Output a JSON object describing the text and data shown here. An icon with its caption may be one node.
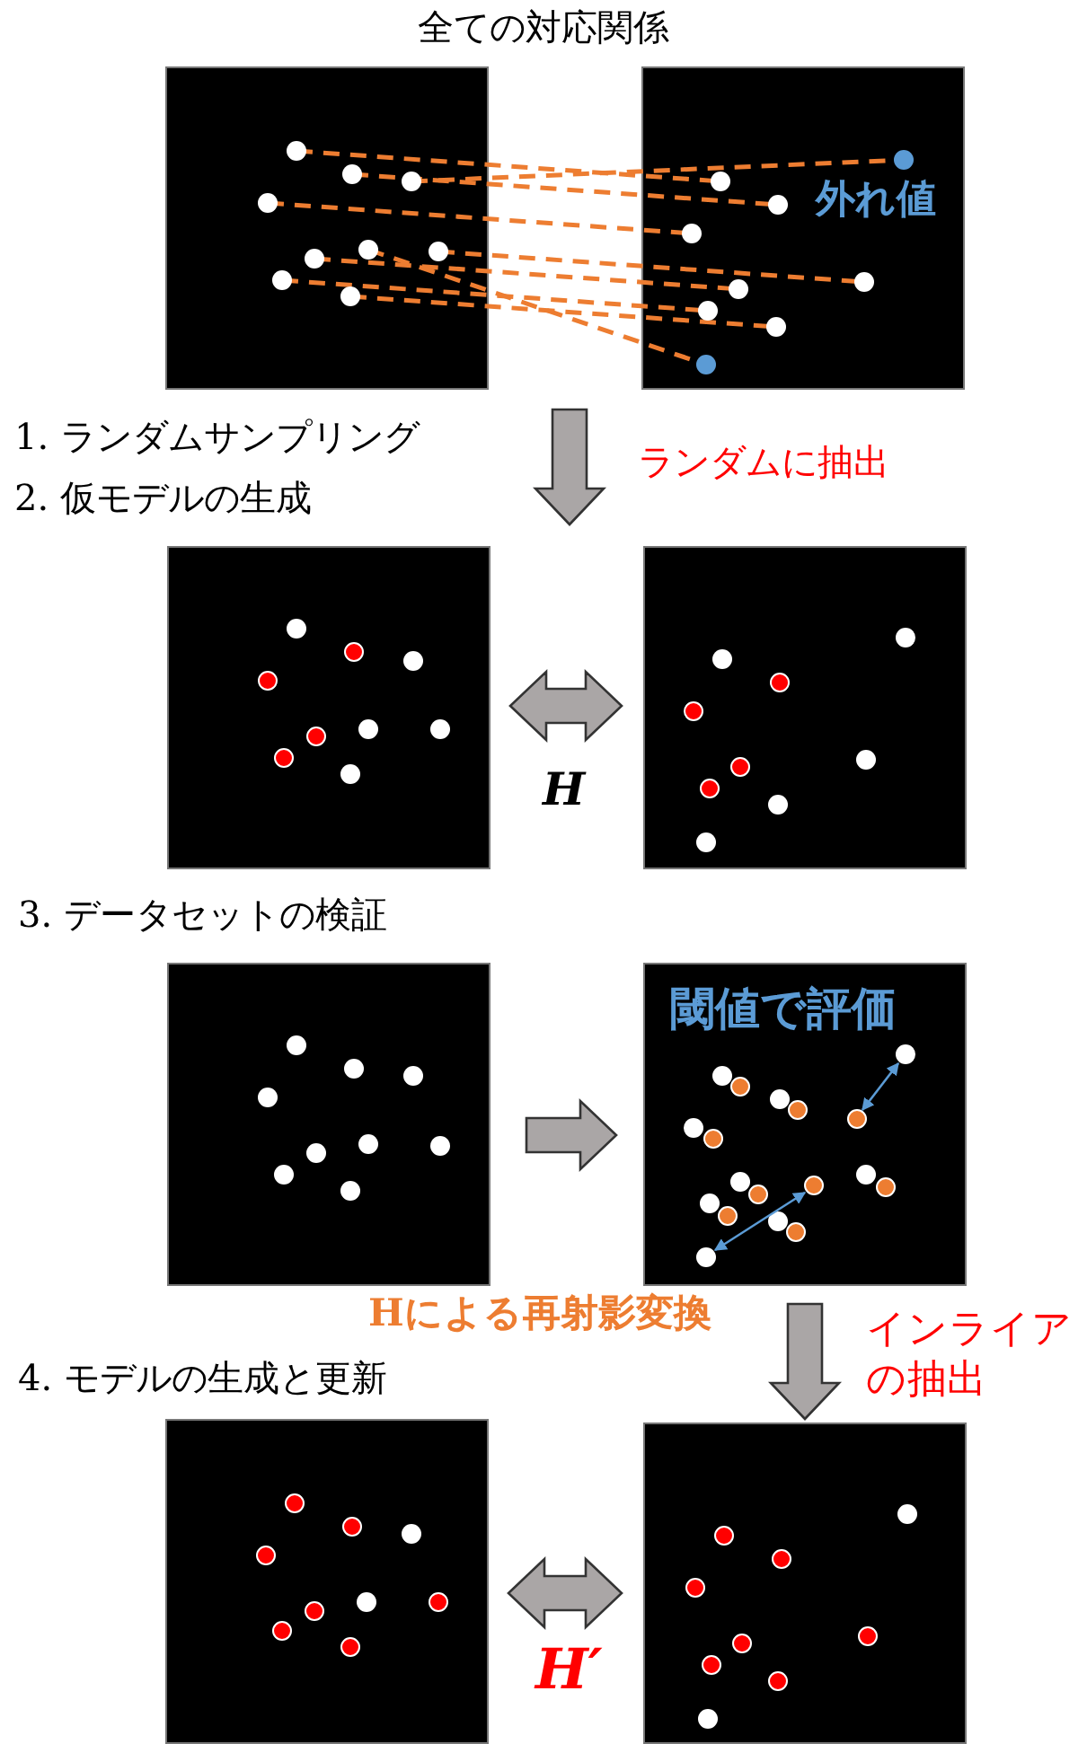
{
  "diagram": {
    "title": "全ての対応関係",
    "nodes": [
      {
        "text": [],
        "shape": "box",
        "beside": [
          "1. ランダムサンプリング"
        ]
      },
      {
        "text": [
          "外れ値"
        ]
      },
      {
        "text": [],
        "shape": "box",
        "beside": [
          "2. 仮モデルの生成"
        ]
      },
      {
        "text": [],
        "shape": "box"
      },
      {
        "text": [],
        "shape": "box",
        "beside": [
          "3. データセットの検証"
        ]
      },
      {
        "text": [
          "閾値で評価"
        ]
      },
      {
        "text": [],
        "shape": "box",
        "beside": [
          "4. モデルの生成と更新"
        ]
      },
      {
        "text": [],
        "shape": "box"
      }
    ],
    "edges": [
      {
        "from": 1,
        "to": 3,
        "arrow": "to",
        "label": "ランダムに抽出"
      },
      {
        "from": 2,
        "to": 3,
        "arrow": "both",
        "label": "H"
      },
      {
        "from": 4,
        "to": 5,
        "arrow": "to"
      },
      {
        "from": 5,
        "to": 7,
        "arrow": "to",
        "label": "インライアの抽出"
      },
      {
        "from": 6,
        "to": 7,
        "arrow": "both",
        "label": "H′"
      }
    ],
    "labels": [
      "Hによる再射影変換"
    ]
  }
}
